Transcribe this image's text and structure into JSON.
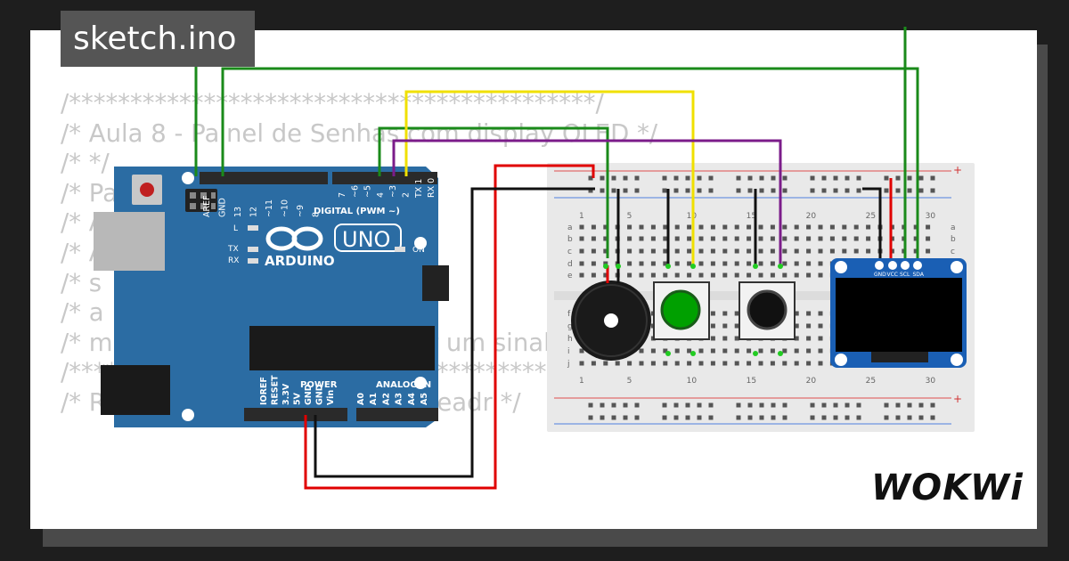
{
  "tab": {
    "label": "sketch.ino"
  },
  "code_lines": [
    "/*******************************************/",
    "/* Aula 8 - Painel de Senhas com display OLED */",
    "/* */",
    "/* Painel de",
    "/* A                        xo para",
    "/* A                           no displ",
    "/* s                      sionar o",
    "/* a                      mais ou",
    "/* menos, sempre indicada por um sinal sonoro. */",
    "/*******************************************/",
    "/* Reis exibibiliterere unidade leadr */"
  ],
  "arduino": {
    "brand": "ARDUINO",
    "model": "UNO",
    "digital_label": "DIGITAL (PWM ~)",
    "power_label": "POWER",
    "analog_label": "ANALOG IN",
    "on_label": "ON",
    "led_l": "L",
    "led_tx": "TX",
    "led_rx": "RX",
    "top_pins": [
      "AREF",
      "GND",
      "13",
      "12",
      "~11",
      "~10",
      "~9",
      "8",
      "7",
      "~6",
      "~5",
      "4",
      "~3",
      "2",
      "TX 1",
      "RX 0"
    ],
    "bottom_pins": [
      "IOREF",
      "RESET",
      "3.3V",
      "5V",
      "GND",
      "GND",
      "Vin",
      "A0",
      "A1",
      "A2",
      "A3",
      "A4",
      "A5"
    ]
  },
  "breadboard": {
    "col_numbers_top": [
      "1",
      "5",
      "10",
      "15",
      "20",
      "25",
      "30"
    ],
    "col_numbers_bottom": [
      "1",
      "5",
      "10",
      "15",
      "20",
      "25",
      "30"
    ],
    "row_letters_top": [
      "a",
      "b",
      "c",
      "d",
      "e"
    ],
    "row_letters_bottom": [
      "f",
      "g",
      "h",
      "i",
      "j"
    ],
    "plus": "+",
    "minus": "−"
  },
  "oled": {
    "pins": [
      "GND",
      "VCC",
      "SCL",
      "SDA"
    ]
  },
  "logo": {
    "text": "WOKWi"
  },
  "colors": {
    "background": "#1e1e1e",
    "card": "#ffffff",
    "code_text": "#c8c8c8",
    "tab": "#555555",
    "arduino_board": "#2b6ca3",
    "wire_green": "#1a8a1a",
    "wire_yellow": "#f0e000",
    "wire_purple": "#7b1c8a",
    "wire_red": "#e00000",
    "wire_black": "#111111",
    "button_green": "#00a000",
    "oled_board": "#1a5fb4"
  },
  "icons": [
    "arduino-infinity-logo",
    "reset-button",
    "usb-port",
    "power-jack",
    "buzzer",
    "pushbutton",
    "oled-display"
  ]
}
